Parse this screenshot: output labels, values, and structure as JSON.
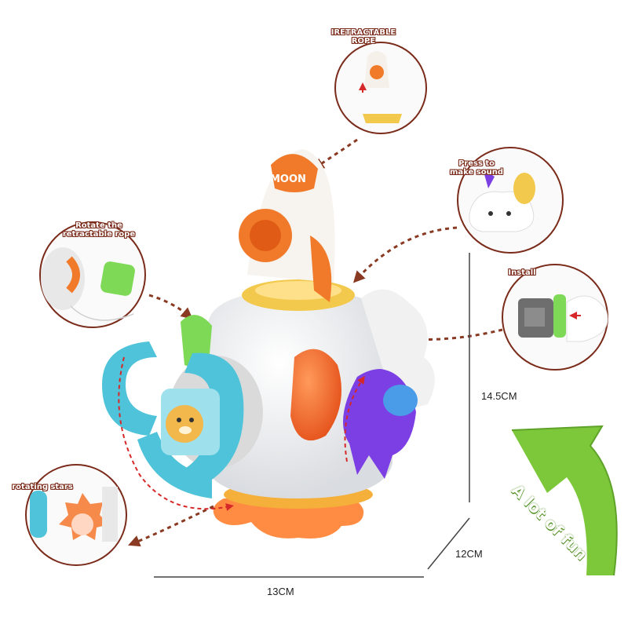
{
  "callouts": {
    "retractable_rope": [
      "IRETRACTABLE",
      "ROPE"
    ],
    "press_sound": [
      "Press to",
      "make sound"
    ],
    "rotate_rope": [
      "Rotate the",
      "retractable rope"
    ],
    "install": "Install",
    "rotating_stars": "rotating stars"
  },
  "toy": {
    "rocket_text": "MOON"
  },
  "dimensions": {
    "height": "14.5CM",
    "depth": "12CM",
    "width": "13CM"
  },
  "banner": {
    "text": "A lot of fun"
  },
  "colors": {
    "arrow": "#8a3a22",
    "dashed_red": "#d62828",
    "banner_green": "#7cc83a"
  }
}
